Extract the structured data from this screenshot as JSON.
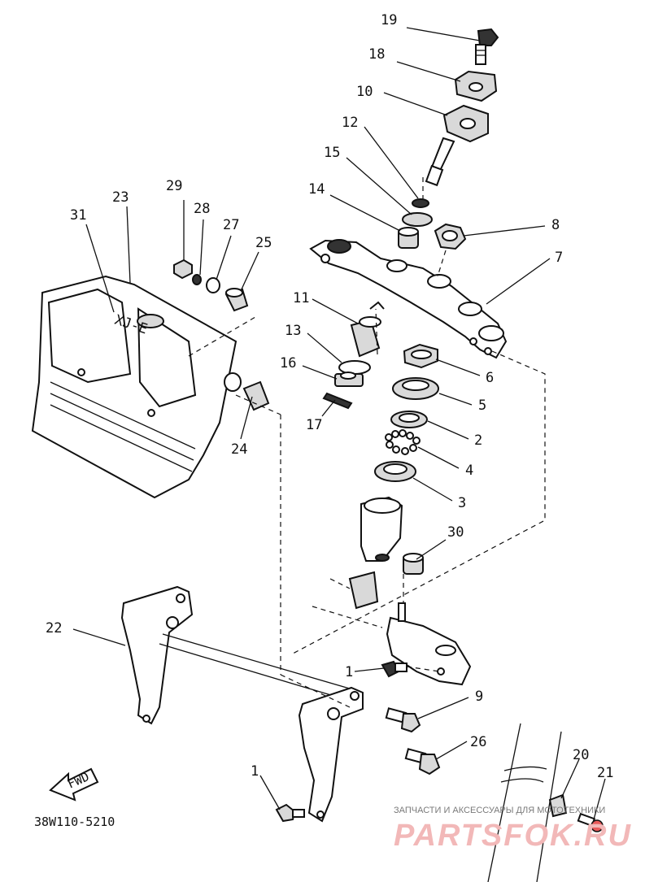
{
  "diagram_code": "38W110-5210",
  "fwd_label": "FWD",
  "decal_text": "XJ-E",
  "watermark": {
    "caption": "ЗАПЧАСТИ И АКСЕССУАРЫ ДЛЯ МОТОТЕХНИКИ",
    "logo": "PARTSFOK.RU"
  },
  "callouts": {
    "c1a": "1",
    "c1b": "1",
    "c2": "2",
    "c3": "3",
    "c4": "4",
    "c5": "5",
    "c6": "6",
    "c7": "7",
    "c8": "8",
    "c9": "9",
    "c10": "10",
    "c11": "11",
    "c12": "12",
    "c13": "13",
    "c14": "14",
    "c15": "15",
    "c16": "16",
    "c17": "17",
    "c18": "18",
    "c19": "19",
    "c20": "20",
    "c21": "21",
    "c22": "22",
    "c23": "23",
    "c24": "24",
    "c25": "25",
    "c26": "26",
    "c27": "27",
    "c28": "28",
    "c29": "29",
    "c30": "30",
    "c31": "31"
  },
  "colors": {
    "ink": "#111111",
    "watermark_red": "#e07a7a"
  }
}
